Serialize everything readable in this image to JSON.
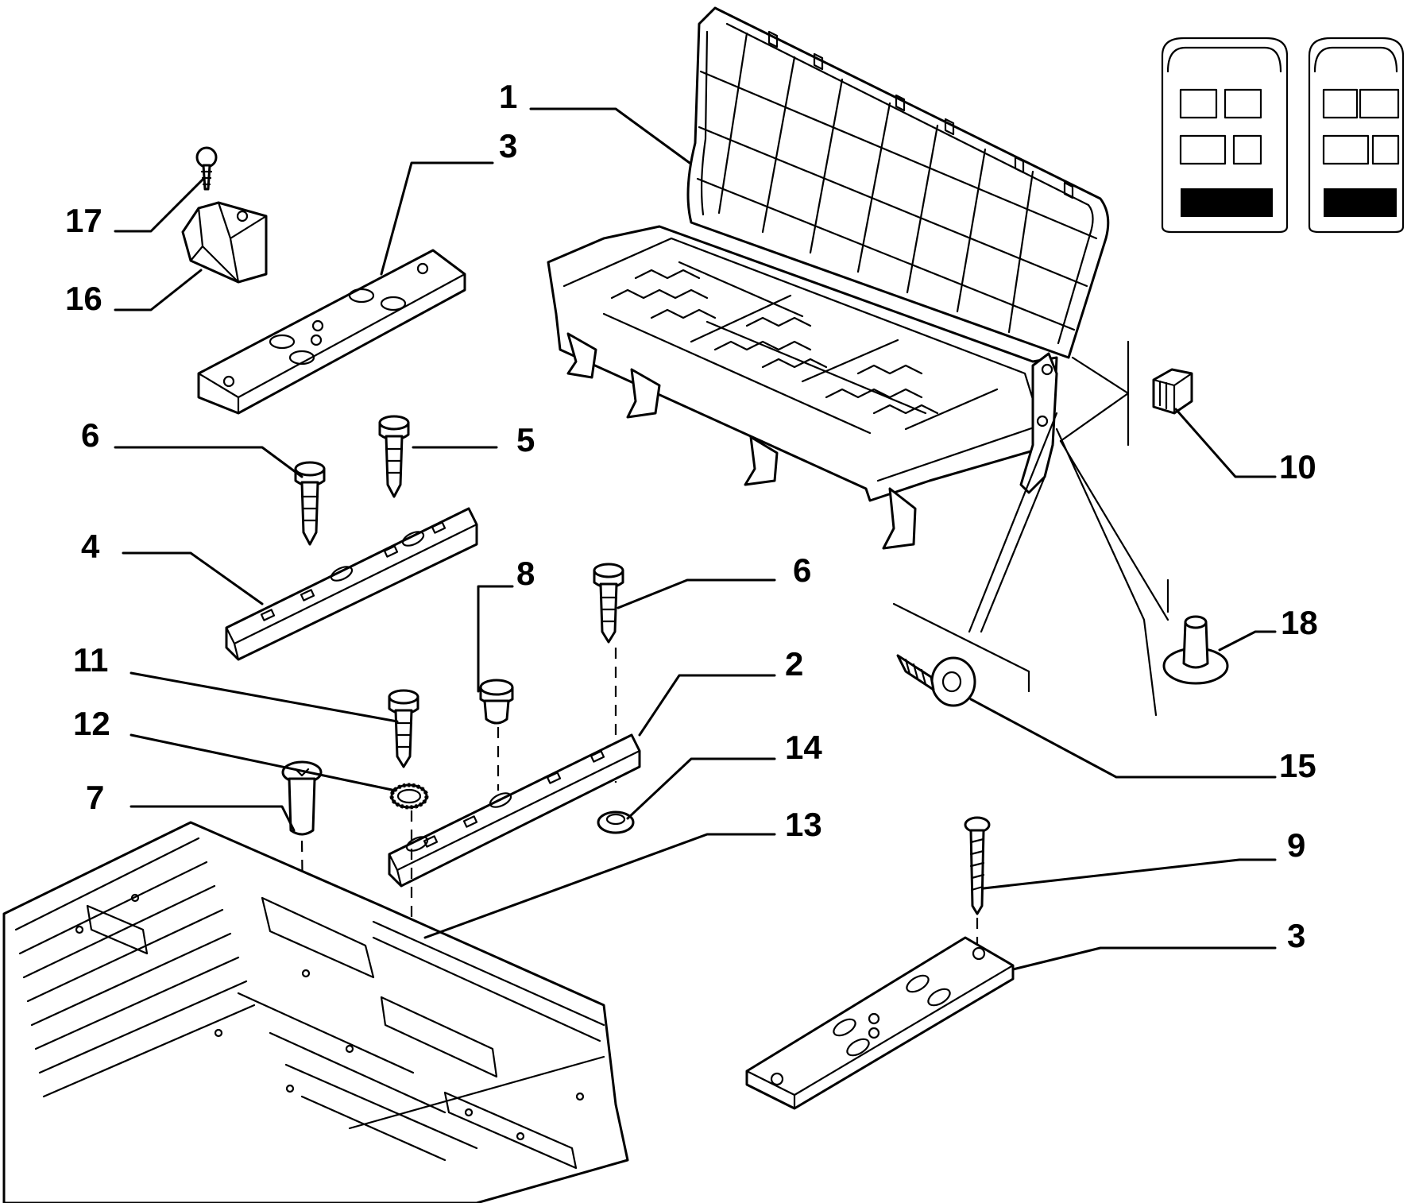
{
  "diagram": {
    "callouts": [
      {
        "id": "c1",
        "text": "1"
      },
      {
        "id": "c3a",
        "text": "3"
      },
      {
        "id": "c17",
        "text": "17"
      },
      {
        "id": "c16",
        "text": "16"
      },
      {
        "id": "c6a",
        "text": "6"
      },
      {
        "id": "c5",
        "text": "5"
      },
      {
        "id": "c4",
        "text": "4"
      },
      {
        "id": "c8",
        "text": "8"
      },
      {
        "id": "c6b",
        "text": "6"
      },
      {
        "id": "c2",
        "text": "2"
      },
      {
        "id": "c11",
        "text": "11"
      },
      {
        "id": "c12",
        "text": "12"
      },
      {
        "id": "c14",
        "text": "14"
      },
      {
        "id": "c7",
        "text": "7"
      },
      {
        "id": "c13",
        "text": "13"
      },
      {
        "id": "c10",
        "text": "10"
      },
      {
        "id": "c18",
        "text": "18"
      },
      {
        "id": "c15",
        "text": "15"
      },
      {
        "id": "c9",
        "text": "9"
      },
      {
        "id": "c3b",
        "text": "3"
      }
    ]
  }
}
